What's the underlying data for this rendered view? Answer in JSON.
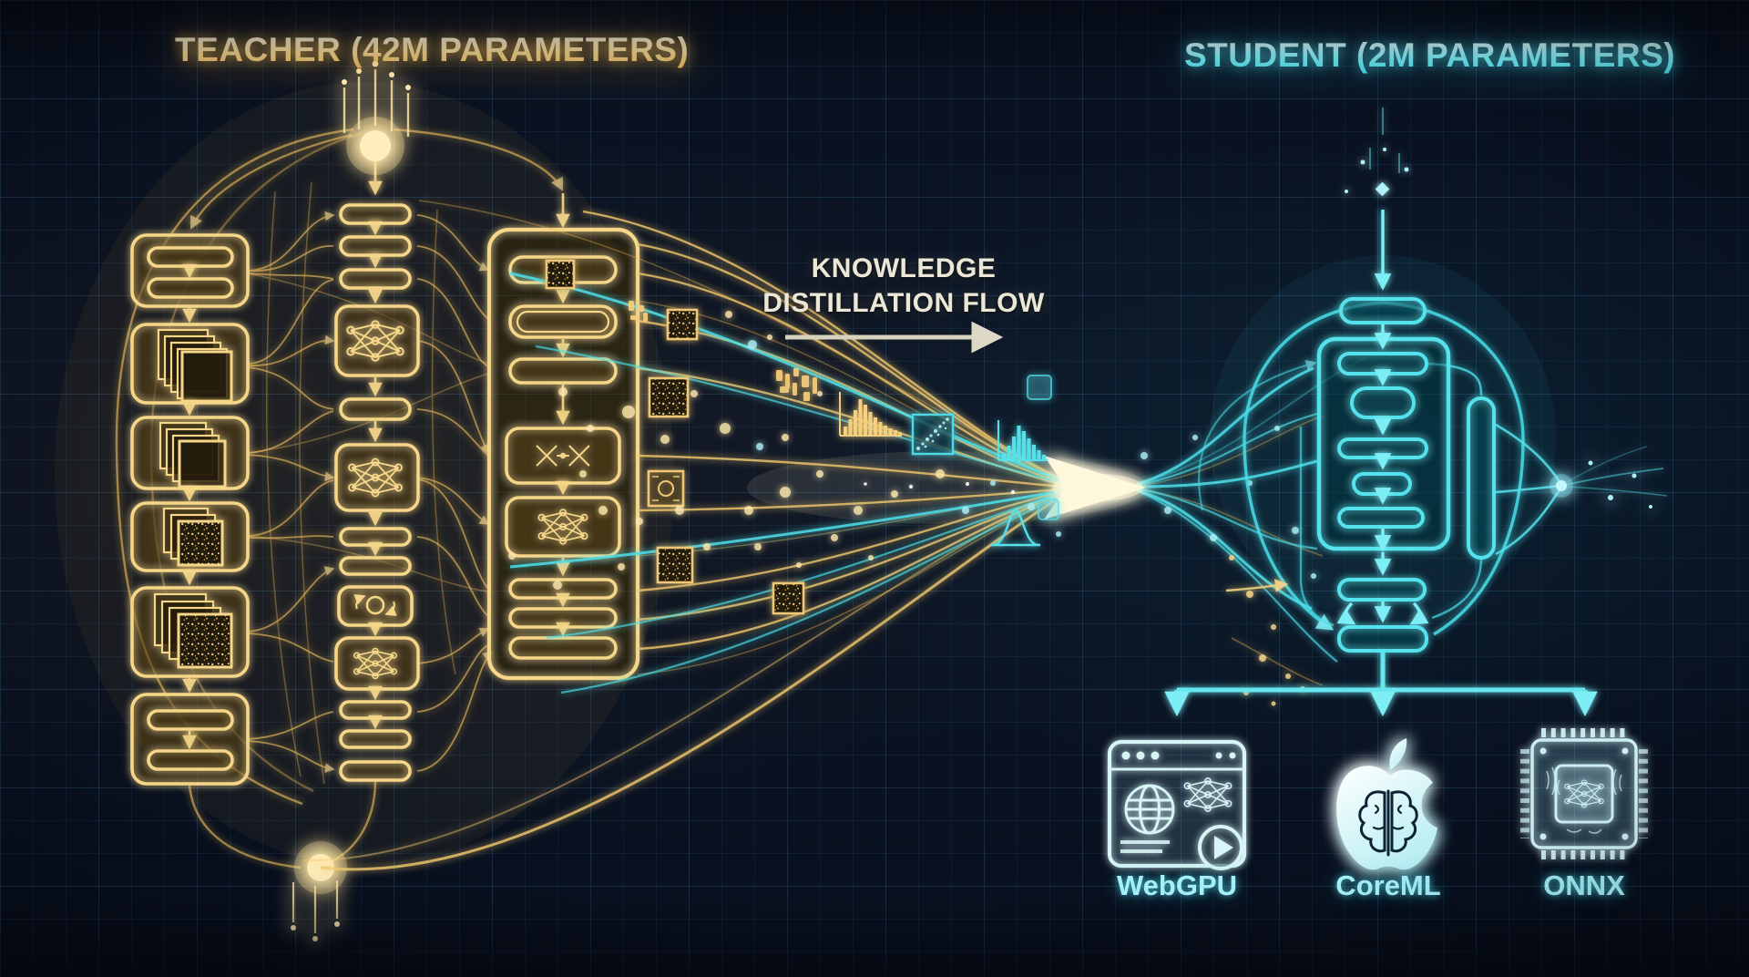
{
  "teacher": {
    "title": "TEACHER (42M PARAMETERS)",
    "accent_color": "#f2c96f",
    "structure": {
      "left_column_blocks": [
        "dense-pair-block",
        "feature-map-stack",
        "feature-map-stack",
        "feature-map-stack-textured",
        "feature-map-stack-textured",
        "dense-pair-block"
      ],
      "middle_column_blocks": [
        "layer-pill",
        "layer-pill",
        "layer-pill",
        "mlp-block",
        "layer-pill",
        "mlp-block",
        "layer-pill",
        "layer-pill",
        "recurrent-block",
        "mlp-block",
        "layer-pill",
        "layer-pill",
        "layer-pill"
      ],
      "right_column_blocks": [
        "layer-pill",
        "double-layer-pill",
        "layer-pill",
        "attention-block",
        "mlp-block",
        "layer-pill",
        "layer-pill",
        "layer-pill"
      ]
    }
  },
  "student": {
    "title": "STUDENT (2M PARAMETERS)",
    "accent_color": "#4fdce8",
    "structure": {
      "spine_blocks": [
        "layer-pill",
        "layer-pill",
        "rounded-cell",
        "layer-pill",
        "rounded-cell",
        "layer-pill",
        "layer-pill",
        "output-pill"
      ],
      "side_block": "tall-output-bar"
    }
  },
  "flow": {
    "label_line1": "KNOWLEDGE",
    "label_line2": "DISTILLATION FLOW",
    "arrow_icon": "flow-direction-arrow-icon",
    "float_elements": [
      "textured-feature-square",
      "soft-label-glyphs",
      "gold-histogram",
      "cyan-scatter-square",
      "cyan-histogram",
      "gaussian-curve"
    ]
  },
  "deployment_targets": [
    {
      "label": "WebGPU",
      "icon": "browser-neural-play-icon"
    },
    {
      "label": "CoreML",
      "icon": "apple-brain-icon"
    },
    {
      "label": "ONNX",
      "icon": "chip-neural-icon"
    }
  ],
  "colors": {
    "background": "#070d18",
    "grid": "#1c3a54",
    "teacher_gold": "#f2c96f",
    "teacher_gold_bright": "#ffe9a8",
    "student_cyan": "#4fdce8",
    "student_cyan_bright": "#aef2f8",
    "label_cream": "#ece7d6"
  }
}
